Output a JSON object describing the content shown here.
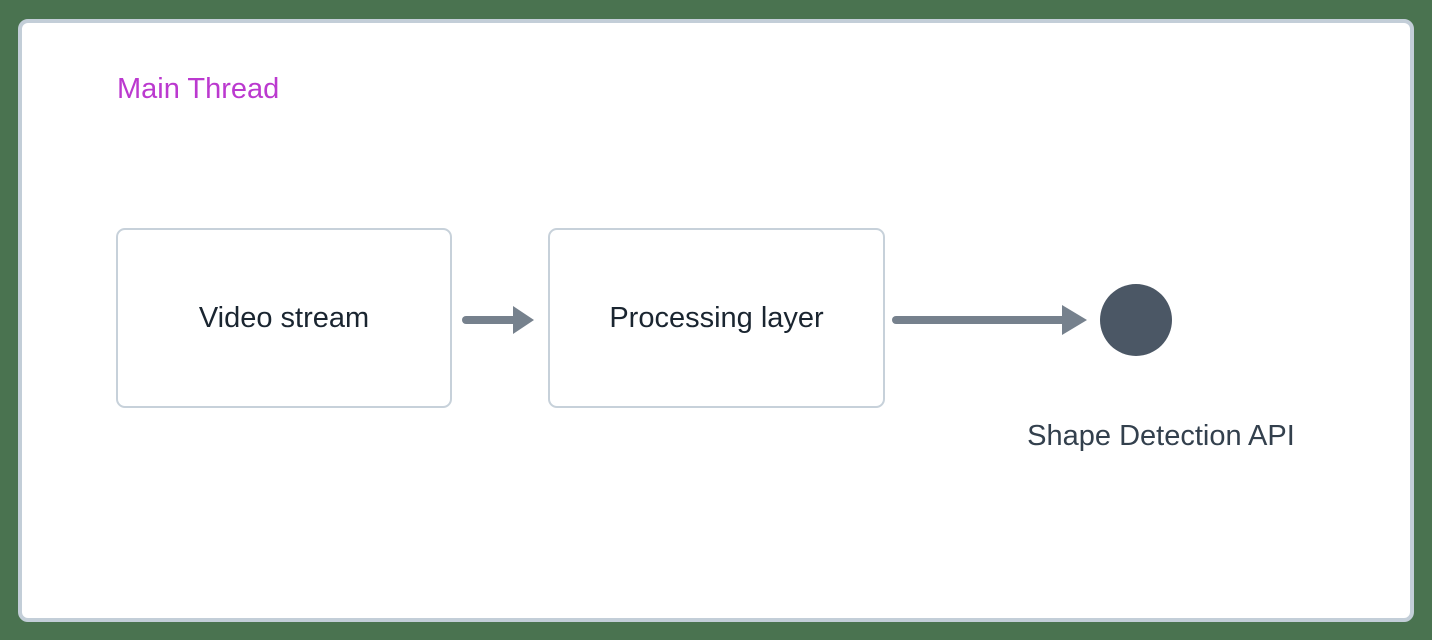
{
  "diagram": {
    "title": "Main Thread",
    "nodes": [
      {
        "id": "video-stream",
        "label": "Video stream"
      },
      {
        "id": "processing-layer",
        "label": "Processing layer"
      }
    ],
    "endpoint": {
      "label": "Shape Detection API",
      "shape": "filled-circle"
    },
    "flow": [
      "Video stream",
      "Processing layer",
      "Shape Detection API"
    ]
  },
  "colors": {
    "canvas-green": "#4a7350",
    "panel-border": "#c3ced8",
    "box-border": "#c7d1da",
    "node-text": "#1a2530",
    "title-magenta": "#bb39cf",
    "arrow-gray": "#76818d",
    "circle-slate": "#4b5765",
    "endpoint-text": "#33404d"
  }
}
